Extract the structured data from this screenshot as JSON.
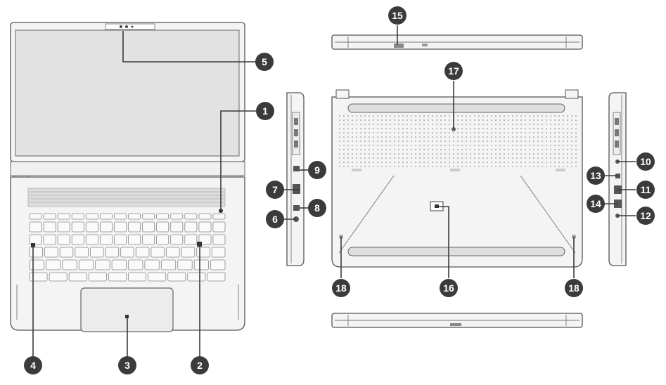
{
  "diagram": {
    "views": [
      {
        "id": "top-view",
        "description": "top"
      },
      {
        "id": "rear-edge-view",
        "description": "rear"
      },
      {
        "id": "left-side-view",
        "description": "left"
      },
      {
        "id": "bottom-view",
        "description": "bottom"
      },
      {
        "id": "right-side-view",
        "description": "right"
      },
      {
        "id": "front-edge-view",
        "description": "front"
      }
    ],
    "callouts": [
      {
        "label": "1"
      },
      {
        "label": "2"
      },
      {
        "label": "3"
      },
      {
        "label": "4"
      },
      {
        "label": "5"
      },
      {
        "label": "6"
      },
      {
        "label": "7"
      },
      {
        "label": "8"
      },
      {
        "label": "9"
      },
      {
        "label": "10"
      },
      {
        "label": "11"
      },
      {
        "label": "12"
      },
      {
        "label": "13"
      },
      {
        "label": "14"
      },
      {
        "label": "15"
      },
      {
        "label": "16"
      },
      {
        "label": "17"
      },
      {
        "label": "18"
      },
      {
        "label": "18"
      }
    ]
  }
}
